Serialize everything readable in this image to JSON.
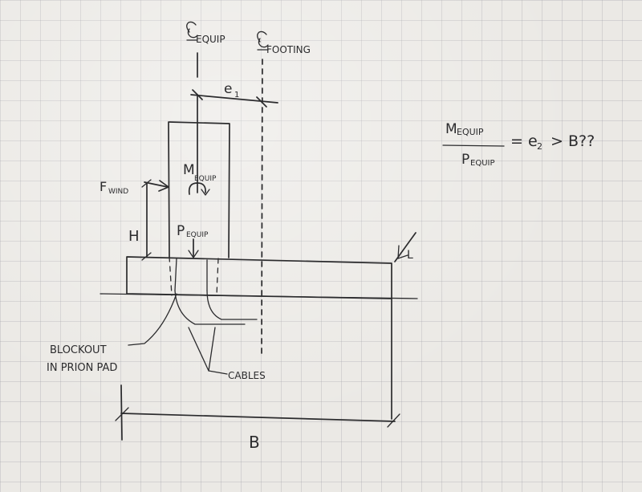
{
  "labels": {
    "cl_equip": "EQUIP",
    "cl_footing": "FOOTING",
    "e1": "e",
    "e1_sub": "1",
    "f_wind": "F",
    "f_wind_sub": "WIND",
    "m_equip": "M",
    "m_equip_sub": "EQUIP",
    "p_equip": "P",
    "p_equip_sub": "EQUIP",
    "h": "H",
    "l": "L",
    "b": "B",
    "blockout_line1": "BLOCKOUT",
    "blockout_line2": "IN PRION PAD",
    "cables": "CABLES"
  },
  "equation": {
    "numerator": "M",
    "numerator_sub": "EQUIP",
    "denominator": "P",
    "denominator_sub": "EQUIP",
    "rhs": "= e",
    "rhs_sub": "2",
    "rhs_tail": "> B??"
  },
  "colors": {
    "ink": "#2b2b2d",
    "paper": "#ebe9e5",
    "grid": "#9696a0"
  }
}
